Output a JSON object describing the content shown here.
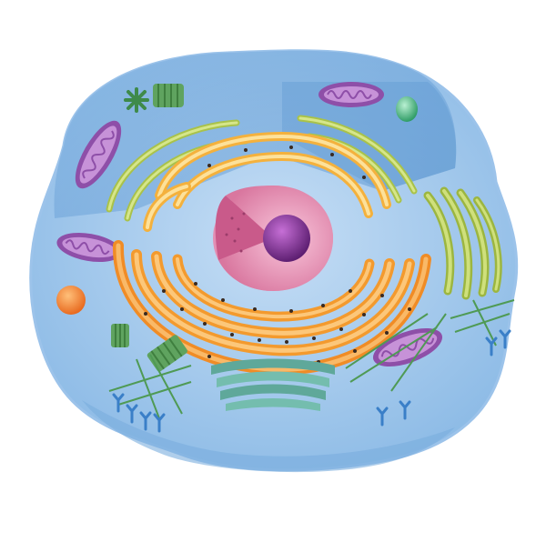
{
  "diagram": {
    "labels": [],
    "organelles": [
      {
        "name": "cell-membrane"
      },
      {
        "name": "cytoplasm"
      },
      {
        "name": "nucleus"
      },
      {
        "name": "nucleolus"
      },
      {
        "name": "rough-endoplasmic-reticulum"
      },
      {
        "name": "smooth-endoplasmic-reticulum"
      },
      {
        "name": "golgi-apparatus"
      },
      {
        "name": "mitochondrion"
      },
      {
        "name": "centriole"
      },
      {
        "name": "lysosome"
      },
      {
        "name": "cytoskeleton"
      }
    ]
  },
  "colors": {
    "cytoplasm_light": "#a9cdee",
    "cytoplasm_mid": "#8bbbe6",
    "cytoplasm_dark": "#6ea3d8",
    "nucleus_pink": "#f2a9c8",
    "nucleus_inner": "#c95a8a",
    "nucleolus": "#7b2e8e",
    "rough_er": "#f6a33a",
    "smooth_er": "#f3c75a",
    "golgi": "#6fb7a8",
    "mitochondria": "#9a5bb0",
    "green_organelles": "#8ab24a",
    "lysosome": "#f07a2a",
    "cytoskeleton": "#5aa35a",
    "membrane_receptors": "#3a7fc8"
  }
}
